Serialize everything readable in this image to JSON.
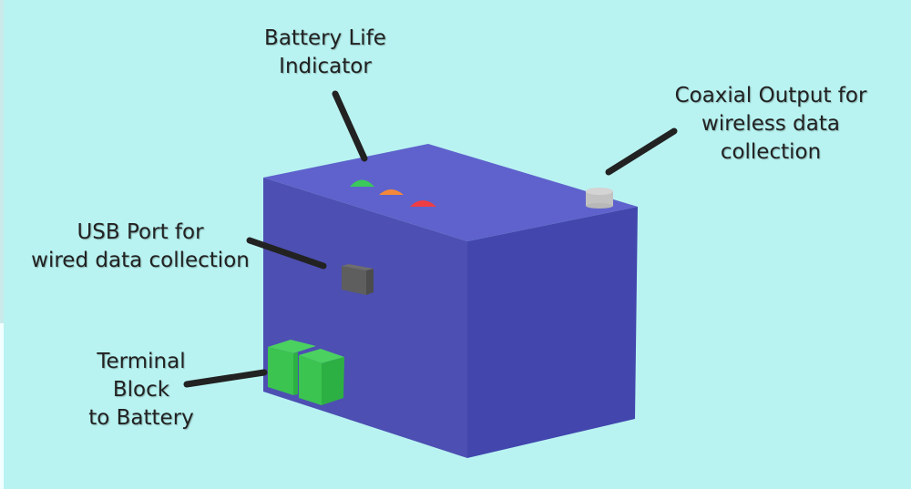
{
  "diagram": {
    "title": "Battery monitoring device",
    "colors": {
      "background": "#b8f3f1",
      "box_top": "#5f62cc",
      "box_left": "#4d4fb2",
      "box_front": "#4246ad",
      "leader": "#222222",
      "led_green": "#3ac95a",
      "led_orange": "#f4883a",
      "led_red": "#ee3e44",
      "coax": "#c8c8c8",
      "usb": "#5e5e5e",
      "terminal": "#3bc44f"
    },
    "labels": {
      "battery_life": [
        "Battery Life",
        "Indicator"
      ],
      "coaxial": [
        "Coaxial Output for",
        "wireless data",
        "collection"
      ],
      "usb": [
        "USB Port for",
        "wired data collection"
      ],
      "terminal": [
        "Terminal",
        "Block",
        "to Battery"
      ]
    },
    "components": [
      {
        "id": "led-green",
        "name": "Battery life LED (green)"
      },
      {
        "id": "led-orange",
        "name": "Battery life LED (orange)"
      },
      {
        "id": "led-red",
        "name": "Battery life LED (red)"
      },
      {
        "id": "coax-connector",
        "name": "Coaxial output"
      },
      {
        "id": "usb-port",
        "name": "USB port"
      },
      {
        "id": "terminal-block",
        "name": "Terminal block"
      }
    ]
  }
}
